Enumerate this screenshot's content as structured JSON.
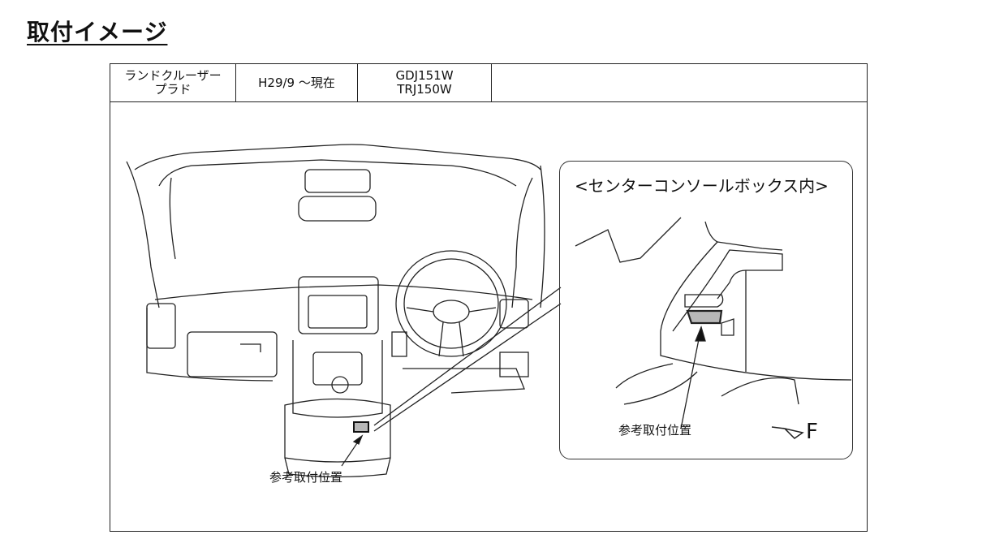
{
  "title": "取付イメージ",
  "header": {
    "model_line1": "ランドクルーザー",
    "model_line2": "プラド",
    "period": "H29/9 ～現在",
    "code_line1": "GDJ151W",
    "code_line2": "TRJ150W",
    "extra": ""
  },
  "inset": {
    "title": "<センターコンソールボックス内>",
    "position_label": "参考取付位置",
    "front_label": "F"
  },
  "main": {
    "position_label": "参考取付位置"
  },
  "colors": {
    "highlight": "#b8b8b8",
    "line": "#222222"
  }
}
